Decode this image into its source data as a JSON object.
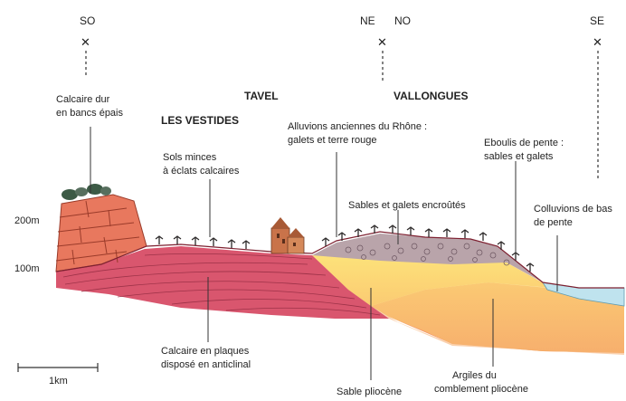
{
  "orientation": {
    "left": "SO",
    "mid_left": "NE",
    "mid_right": "NO",
    "right": "SE"
  },
  "places": {
    "tavel": "TAVEL",
    "vallongues": "VALLONGUES",
    "les_vestides": "LES VESTIDES"
  },
  "labels": {
    "calcaire_dur": [
      "Calcaire dur",
      "en bancs épais"
    ],
    "sols_minces": [
      "Sols minces",
      "à éclats calcaires"
    ],
    "alluvions": [
      "Alluvions anciennes du Rhône :",
      "galets et terre rouge"
    ],
    "sables_galets": "Sables et galets encroûtés",
    "eboulis": [
      "Eboulis de pente :",
      "sables et galets"
    ],
    "colluvions": [
      "Colluvions de bas",
      "de pente"
    ],
    "calcaire_plaques": [
      "Calcaire en plaques",
      "disposé en anticlinal"
    ],
    "sable_pliocene": "Sable pliocène",
    "argiles": [
      "Argiles du",
      "comblement pliocène"
    ]
  },
  "altitude_labels": [
    "200m",
    "100m"
  ],
  "scale_bar": {
    "label": "1km"
  },
  "colors": {
    "limestone_hard": "#e8785e",
    "limestone_plates": "#d9566e",
    "pebbles": "#b9a4aa",
    "sand_pliocene": "#fbd27a",
    "clay": "#f6a76d",
    "colluvium": "#bfe3ee",
    "vine": "#2d2a2a"
  }
}
